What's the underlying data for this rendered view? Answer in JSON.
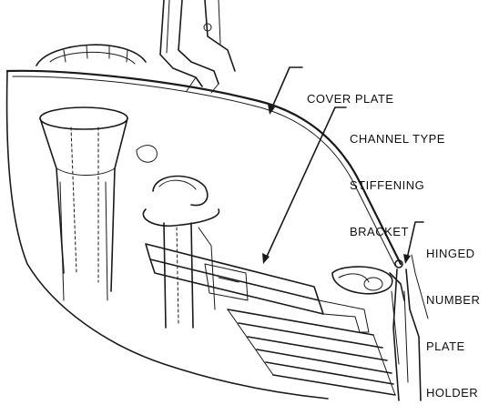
{
  "labels": {
    "cover_plate": "COVER PLATE",
    "channel_bracket": [
      "CHANNEL TYPE",
      "STIFFENING",
      "BRACKET"
    ],
    "number_plate_holder": [
      "HINGED",
      "NUMBER",
      "PLATE",
      "HOLDER"
    ]
  },
  "colors": {
    "ink": "#1a1a1a",
    "paper": "#ffffff"
  }
}
